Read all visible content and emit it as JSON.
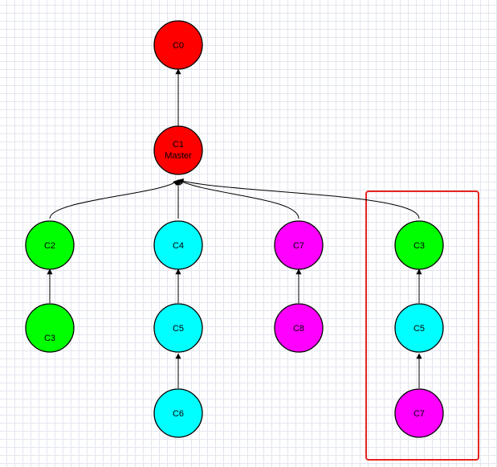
{
  "colors": {
    "red": "#ff0000",
    "green": "#00ff00",
    "cyan": "#00ffff",
    "magenta": "#ff00ff",
    "highlight": "#e52420"
  },
  "nodes": {
    "c0": {
      "label": "C0",
      "color": "#ff0000"
    },
    "c1": {
      "label": "C1",
      "sublabel": "Master",
      "color": "#ff0000"
    },
    "a_c2": {
      "label": "C2",
      "color": "#00ff00"
    },
    "a_c3": {
      "label": "C3",
      "color": "#00ff00"
    },
    "b_c4": {
      "label": "C4",
      "color": "#00ffff"
    },
    "b_c5": {
      "label": "C5",
      "color": "#00ffff"
    },
    "b_c6": {
      "label": "C6",
      "color": "#00ffff"
    },
    "c_c7": {
      "label": "C7",
      "color": "#ff00ff"
    },
    "c_c8": {
      "label": "C8",
      "color": "#ff00ff"
    },
    "d_c3": {
      "label": "C3",
      "color": "#00ff00"
    },
    "d_c5": {
      "label": "C5",
      "color": "#00ffff"
    },
    "d_c7": {
      "label": "C7",
      "color": "#ff00ff"
    }
  }
}
